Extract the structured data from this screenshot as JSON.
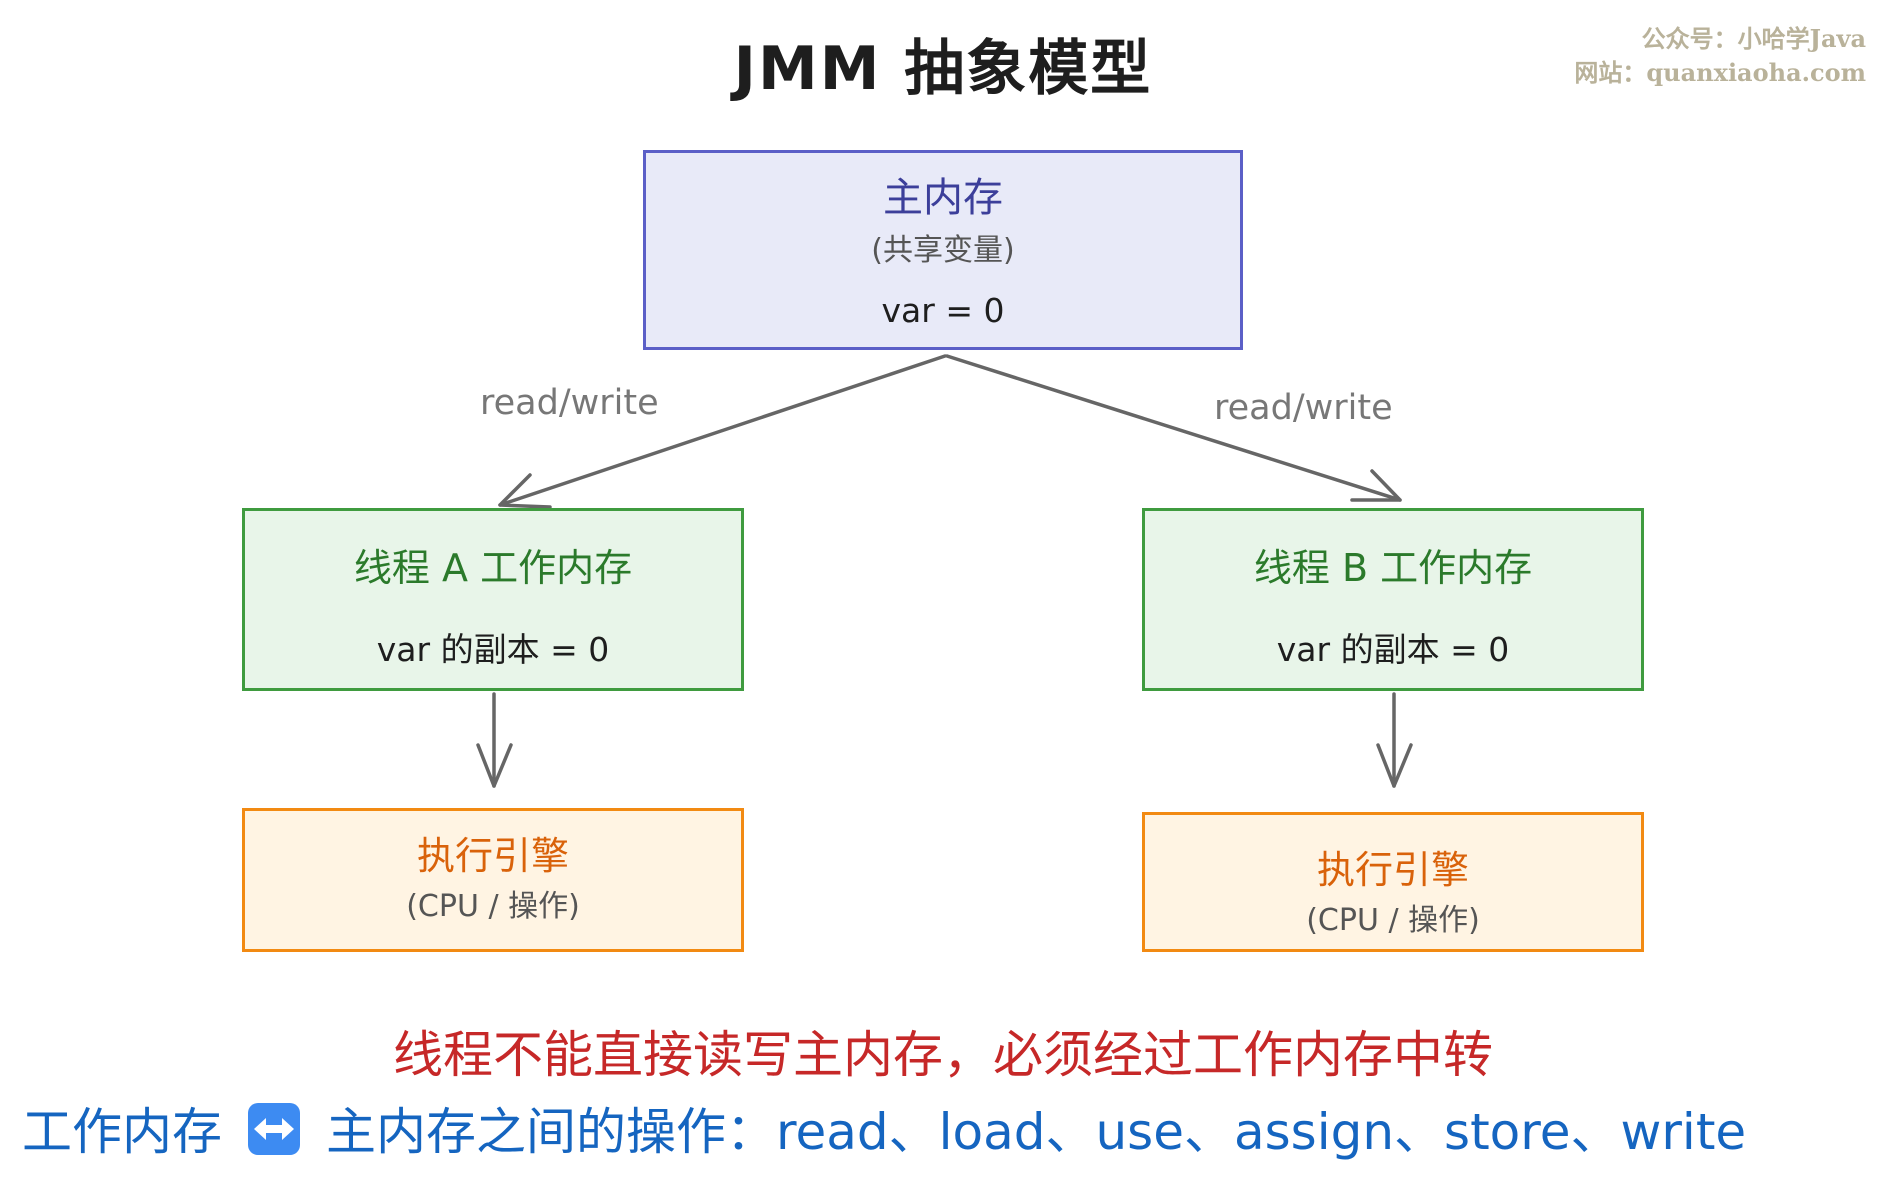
{
  "title": "JMM 抽象模型",
  "watermark": {
    "line1": "公众号：小哈学Java",
    "line2": "网站：quanxiaoha.com"
  },
  "main_memory": {
    "title": "主内存",
    "subtitle": "(共享变量)",
    "value": "var = 0"
  },
  "thread_a": {
    "title": "线程 A 工作内存",
    "value": "var 的副本 = 0"
  },
  "thread_b": {
    "title": "线程 B 工作内存",
    "value": "var 的副本 = 0"
  },
  "engine_a": {
    "title": "执行引擎",
    "subtitle": "(CPU / 操作)"
  },
  "engine_b": {
    "title": "执行引擎",
    "subtitle": "(CPU / 操作)"
  },
  "edges": {
    "left_label": "read/write",
    "right_label": "read/write"
  },
  "notes": {
    "rule": "线程不能直接读写主内存，必须经过工作内存中转",
    "ops_prefix": "工作内存",
    "ops_icon": "left-right-arrow-icon",
    "ops_suffix": "主内存之间的操作：read、load、use、assign、store、write"
  },
  "colors": {
    "main_fill": "#e8eaf8",
    "main_stroke": "#5b5fc7",
    "thread_fill": "#e8f5e9",
    "thread_stroke": "#3f9b3f",
    "engine_fill": "#fff4e3",
    "engine_stroke": "#f28a12",
    "rule_text": "#c62828",
    "ops_text": "#1565c0"
  }
}
